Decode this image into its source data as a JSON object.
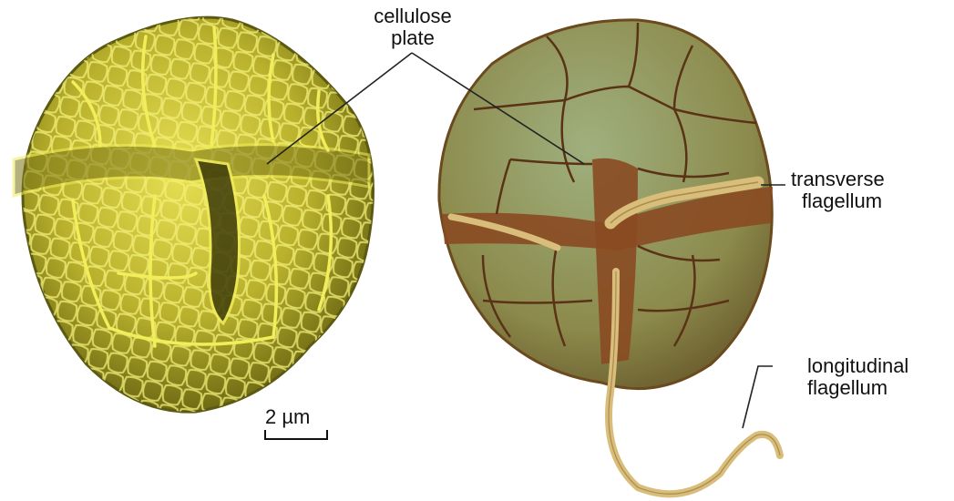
{
  "labels": {
    "cellulose_plate": [
      "cellulose",
      "plate"
    ],
    "transverse_flagellum": [
      "transverse",
      "flagellum"
    ],
    "longitudinal_flagellum": [
      "longitudinal",
      "flagellum"
    ],
    "scale_bar": "2 µm"
  },
  "colors": {
    "sem_fill": "#c9c23a",
    "sem_ridge": "#f2ee5a",
    "sem_shadow": "#5c5a12",
    "plate_fill": "#9a9a55",
    "plate_tint": "#7f9a6a",
    "groove": "#8a4a22",
    "flagellum": "#d9bd7a",
    "leader": "#222222"
  }
}
